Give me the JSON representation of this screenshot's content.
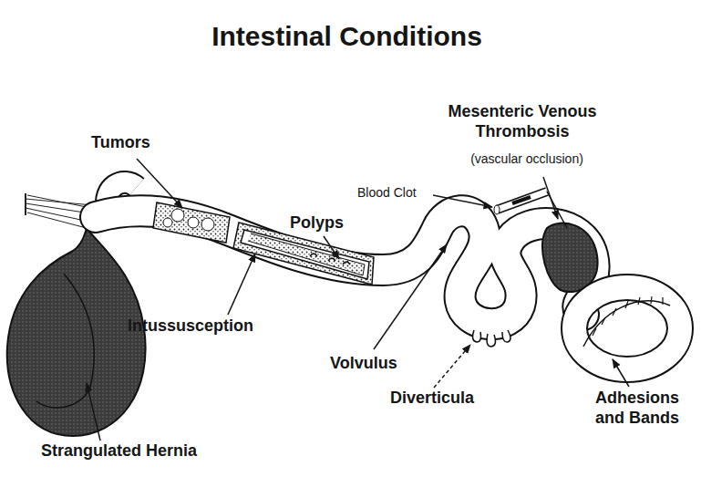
{
  "diagram": {
    "title": "Intestinal Conditions",
    "labels": [
      "Tumors",
      "Mesenteric Venous Thrombosis",
      "(vascular occlusion)",
      "Blood Clot",
      "Polyps",
      "Intussusception",
      "Volvulus",
      "Diverticula",
      "Adhesions and Bands",
      "Strangulated Hernia"
    ]
  }
}
